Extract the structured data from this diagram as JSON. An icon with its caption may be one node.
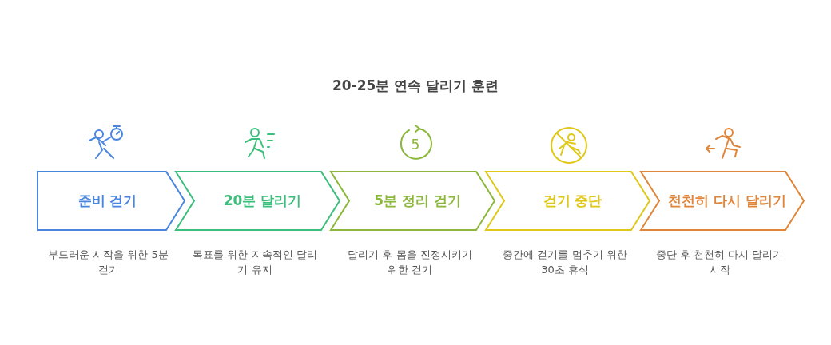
{
  "diagram": {
    "title": "20-25분 연속 달리기 훈련",
    "nodes": [
      {
        "text": [
          "준비 걷기"
        ],
        "beside": [
          "부드러운 시작을 위한 5분 걷기"
        ]
      },
      {
        "text": [
          "20분 달리기"
        ],
        "beside": [
          "목표를 위한 지속적인 달리기 유지"
        ]
      },
      {
        "text": [
          "5분 정리 걷기"
        ],
        "beside": [
          "달리기 후 몸을 진정시키기 위한 걷기"
        ]
      },
      {
        "text": [
          "걷기 중단"
        ],
        "beside": [
          "중간에 걷기를 멈추기 위한 30초 휴식"
        ]
      },
      {
        "text": [
          "천천히 다시 달리기"
        ],
        "beside": [
          "중단 후 천천히 다시 달리기 시작"
        ]
      }
    ],
    "labels": [
      "5"
    ]
  }
}
